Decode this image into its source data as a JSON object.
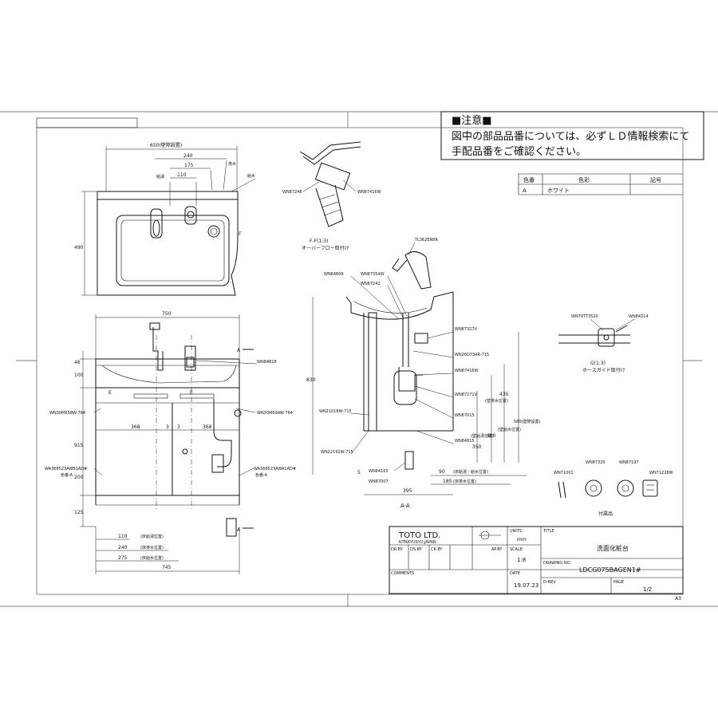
{
  "notice": {
    "title": "■注意■",
    "line1": "図中の部品品番については、必ずＬＤ情報検索にて",
    "line2": "手配品番をご確認ください。"
  },
  "color_table": {
    "headers": [
      "色番",
      "色彩",
      "記号"
    ],
    "rows": [
      [
        "A",
        "ホワイト",
        ""
      ]
    ]
  },
  "top_view": {
    "width_label": "650(壁際設置)",
    "d240": "240",
    "d175": "175",
    "d110": "110",
    "supply_hot": "給湯",
    "drain": "排水",
    "supply_water": "給水",
    "depth": "490"
  },
  "front_view": {
    "width_top": "750",
    "width_bottom": "745",
    "h46": "46",
    "h100": "100",
    "h915": "915",
    "h200": "200",
    "h125": "125",
    "w368a": "368",
    "w3a": "3",
    "w3b": "3",
    "w368b": "368",
    "d110": "110",
    "d240": "240",
    "d275": "275",
    "note110": "(床給湯位置)",
    "note240": "(床排水位置)",
    "note275": "(床給水位置)",
    "section_A1": "A",
    "section_A2": "A",
    "label_E1": "E",
    "label_E2": "E"
  },
  "front_parts": {
    "left_door": "WN30M65BW-764",
    "right_door": "WN30M69AW-764",
    "left_hinge": "WA368523AWB1AD#",
    "right_hinge": "WA368523AWA1AD#",
    "color_left": "色番:A",
    "color_right": "色番:A",
    "faucet_part": "WN84818"
  },
  "overflow_view": {
    "label": "F-F(1:3)",
    "caption": "オーバーフロー取付け",
    "part_left": "WN87248",
    "part_right": "WN87416W"
  },
  "section_view": {
    "caption": "A-A",
    "faucet": "TL362EN8R",
    "p1": "WN84809",
    "p2": "WN87354W",
    "p3": "WN87242",
    "p4": "WN87327V",
    "p5": "WN26D734R-715",
    "p6": "WN87416W",
    "p7": "WN87271V",
    "p8": "WN87015",
    "p9": "WN84815",
    "p10": "WN21018W-715",
    "p11": "WN22192W-715",
    "p12": "WN84163",
    "p13": "WN87007",
    "h830": "830",
    "h580": "580(壁際設置)",
    "h435": "435",
    "h400": "400",
    "h350": "350",
    "h5": "5",
    "w90": "90",
    "w185": "185",
    "w395": "395",
    "n1": "(壁給水位置)",
    "n2": "(壁排水位置)",
    "n3": "(壁給湯位置)",
    "n4": "(床給湯・給水位置)",
    "n5": "(床排水位置)"
  },
  "hose_guide": {
    "p1": "WN70TT3520",
    "p2": "WN84314",
    "label": "G(1:3)",
    "caption": "ホースガイド取付け"
  },
  "accessories": {
    "caption": "付属品",
    "items": [
      "WN71001",
      "WN87320",
      "WN87197",
      "WN71228W"
    ]
  },
  "title_block": {
    "company": "TOTO LTD.",
    "city": "KITAKYUSYU,JAPAN",
    "units_label": "UNITS",
    "units": "mm",
    "title_label": "TITLE",
    "title": "洗面化粧台",
    "dr_by": "DR.BY",
    "ds_by": "DS.BY",
    "ck_by": "CK.BY",
    "ap_by": "AP.BY",
    "scale_label": "SCALE",
    "scale": "1:8",
    "drawing_label": "DRAWING NO.",
    "drawing_no": "LDCG075BAGEN1#",
    "comments_label": "COMMENTS",
    "date_label": "DATE",
    "date": "19.07.23",
    "rev_label": "D-REV",
    "page_label": "PAGE",
    "page": "1/2",
    "sheet_size": "A3"
  }
}
